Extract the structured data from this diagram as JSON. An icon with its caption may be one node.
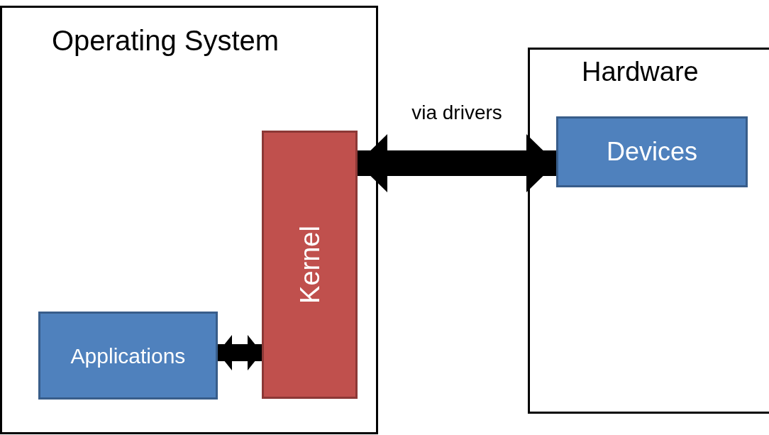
{
  "diagram": {
    "nodes": [
      {
        "text": [
          "Operating System"
        ]
      },
      {
        "text": [
          "Kernel"
        ],
        "in": 0
      },
      {
        "text": [
          "Applications"
        ],
        "in": 0
      },
      {
        "text": [
          "Hardware"
        ]
      },
      {
        "text": [
          "Devices"
        ],
        "in": 3
      }
    ],
    "edges": [
      {
        "from": 1,
        "to": 4,
        "arrow": "both",
        "label": "via drivers"
      },
      {
        "from": 2,
        "to": 1,
        "arrow": "both"
      }
    ]
  }
}
